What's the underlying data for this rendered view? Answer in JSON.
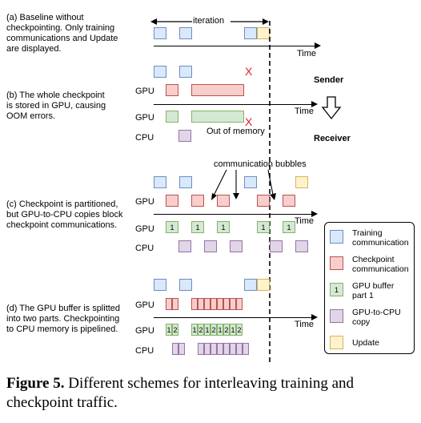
{
  "descriptions": {
    "a": "(a) Baseline without\ncheckpointing. Only training\ncommunications and Update\nare displayed.",
    "b": "(b) The whole checkpoint\nis stored in GPU, causing\nOOM errors.",
    "c": "(c) Checkpoint is partitioned,\nbut GPU-to-CPU copies block\ncheckpoint communications.",
    "d": "(d) The GPU buffer is splitted\ninto two parts. Checkpointing\nto CPU memory is pipelined."
  },
  "labels": {
    "iteration": "iteration",
    "time": "Time",
    "gpu": "GPU",
    "cpu": "CPU",
    "sender": "Sender",
    "receiver": "Receiver",
    "out_of_memory": "Out of memory",
    "communication_bubbles": "communication bubbles",
    "x_mark": "X",
    "buf1": "1",
    "buf2": "2"
  },
  "legend": {
    "training": "Training\ncommunication",
    "checkpoint": "Checkpoint\ncommunication",
    "buffer": "GPU buffer\npart 1",
    "buffer_num": "1",
    "copy": "GPU-to-CPU\ncopy",
    "update": "Update"
  },
  "caption": {
    "label": "Figure 5.",
    "text": " Different schemes for interleaving training and checkpoint traffic."
  },
  "colors": {
    "training": "#dae8fc",
    "checkpoint": "#f8cecc",
    "buffer": "#d5e8d4",
    "copy": "#e1d5e7",
    "update": "#fff2cc",
    "error": "#e02020"
  }
}
